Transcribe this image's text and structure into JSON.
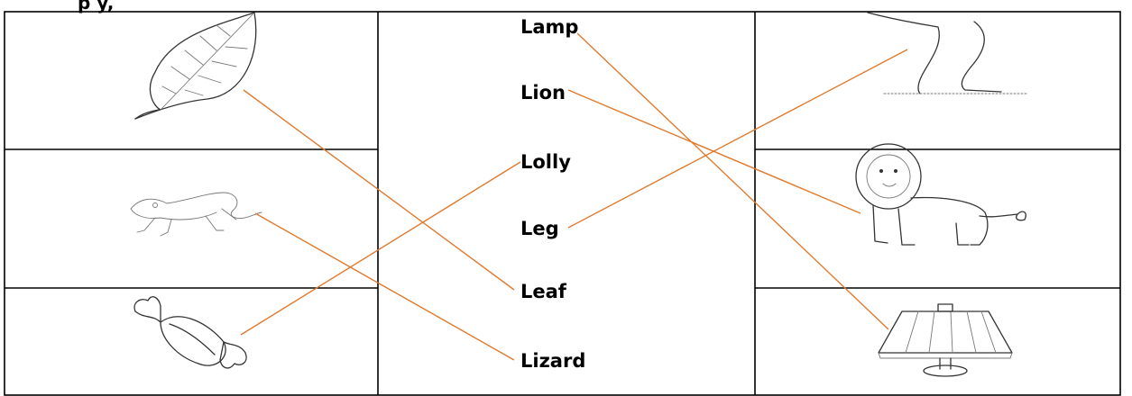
{
  "title_fragment": "p                      y,",
  "words": [
    {
      "id": "lamp",
      "text": "Lamp"
    },
    {
      "id": "lion",
      "text": "Lion"
    },
    {
      "id": "lolly",
      "text": "Lolly"
    },
    {
      "id": "leg",
      "text": "Leg"
    },
    {
      "id": "leaf",
      "text": "Leaf"
    },
    {
      "id": "lizard",
      "text": "Lizard"
    }
  ],
  "left_pictures": [
    "leaf-picture",
    "lizard-picture",
    "lolly-picture"
  ],
  "right_pictures": [
    "leg-picture",
    "lion-picture",
    "lamp-picture"
  ],
  "line_color": "#e07a2e",
  "matches": [
    {
      "from": "leaf-picture",
      "to": "leaf"
    },
    {
      "from": "lizard-picture",
      "to": "lizard"
    },
    {
      "from": "lolly-picture",
      "to": "lolly"
    },
    {
      "from": "leg",
      "to": "leg-picture"
    },
    {
      "from": "lion",
      "to": "lion-picture"
    },
    {
      "from": "lamp",
      "to": "lamp-picture"
    }
  ]
}
